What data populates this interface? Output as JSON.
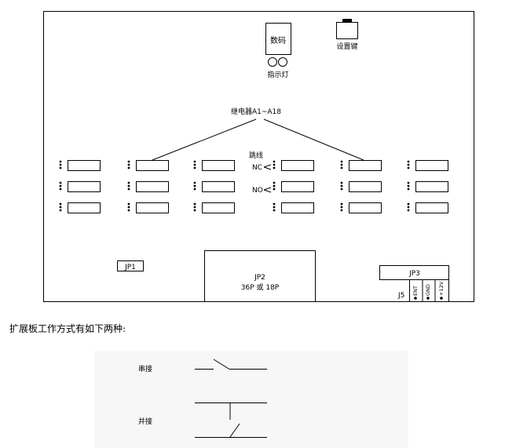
{
  "board": {
    "digits_label": "数码",
    "indicator_label": "指示灯",
    "set_key_label": "设置键",
    "relay_label": "继电器A1~A18",
    "jumper_label": "跳线",
    "nc_label": "NC",
    "no_label": "NO",
    "jp1_label": "JP1",
    "jp2_label": "JP2",
    "jp2_sub": "36P 或 18P",
    "jp3_label": "JP3",
    "j5_label": "J5",
    "pins": [
      "ENT",
      "GND",
      "+12V"
    ]
  },
  "caption": "扩展板工作方式有如下两种:",
  "modes": {
    "serial_label": "串接",
    "parallel_label": "并接"
  },
  "colors": {
    "line": "#000000",
    "panel": "#f7f7f7"
  }
}
